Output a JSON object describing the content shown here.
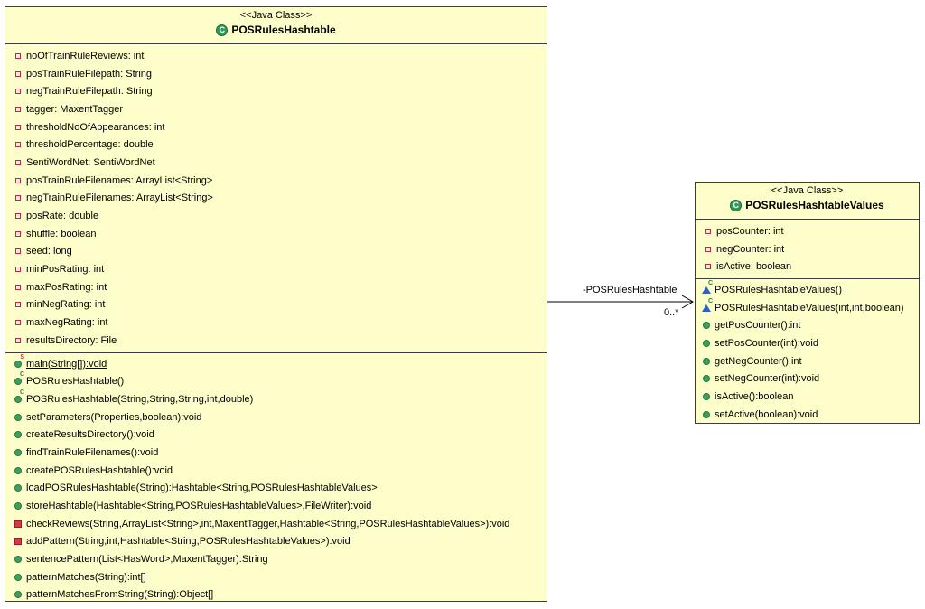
{
  "classes": [
    {
      "stereotype": "<<Java Class>>",
      "name": "POSRulesHashtable",
      "icon": "class-icon",
      "fields": [
        {
          "label": "noOfTrainRuleReviews: int",
          "icon": "private-field-icon"
        },
        {
          "label": "posTrainRuleFilepath: String",
          "icon": "private-field-icon"
        },
        {
          "label": "negTrainRuleFilepath: String",
          "icon": "private-field-icon"
        },
        {
          "label": "tagger: MaxentTagger",
          "icon": "private-field-icon"
        },
        {
          "label": "thresholdNoOfAppearances: int",
          "icon": "private-field-icon"
        },
        {
          "label": "thresholdPercentage: double",
          "icon": "private-field-icon"
        },
        {
          "label": "SentiWordNet: SentiWordNet",
          "icon": "private-field-icon"
        },
        {
          "label": "posTrainRuleFilenames: ArrayList<String>",
          "icon": "private-field-icon"
        },
        {
          "label": "negTrainRuleFilenames: ArrayList<String>",
          "icon": "private-field-icon"
        },
        {
          "label": "posRate: double",
          "icon": "private-field-icon"
        },
        {
          "label": "shuffle: boolean",
          "icon": "private-field-icon"
        },
        {
          "label": "seed: long",
          "icon": "private-field-icon"
        },
        {
          "label": "minPosRating: int",
          "icon": "private-field-icon"
        },
        {
          "label": "maxPosRating: int",
          "icon": "private-field-icon"
        },
        {
          "label": "minNegRating: int",
          "icon": "private-field-icon"
        },
        {
          "label": "maxNegRating: int",
          "icon": "private-field-icon"
        },
        {
          "label": "resultsDirectory: File",
          "icon": "private-field-icon"
        }
      ],
      "methods": [
        {
          "label": "main(String[]):void",
          "icon": "public-method-icon",
          "modifier": "S",
          "underline": true
        },
        {
          "label": "POSRulesHashtable()",
          "icon": "public-method-icon",
          "modifier": "C"
        },
        {
          "label": "POSRulesHashtable(String,String,String,int,double)",
          "icon": "public-method-icon",
          "modifier": "C"
        },
        {
          "label": "setParameters(Properties,boolean):void",
          "icon": "public-method-icon"
        },
        {
          "label": "createResultsDirectory():void",
          "icon": "public-method-icon"
        },
        {
          "label": "findTrainRuleFilenames():void",
          "icon": "public-method-icon"
        },
        {
          "label": "createPOSRulesHashtable():void",
          "icon": "public-method-icon"
        },
        {
          "label": "loadPOSRulesHashtable(String):Hashtable<String,POSRulesHashtableValues>",
          "icon": "public-method-icon"
        },
        {
          "label": "storeHashtable(Hashtable<String,POSRulesHashtableValues>,FileWriter):void",
          "icon": "public-method-icon"
        },
        {
          "label": "checkReviews(String,ArrayList<String>,int,MaxentTagger,Hashtable<String,POSRulesHashtableValues>):void",
          "icon": "private-method-icon"
        },
        {
          "label": "addPattern(String,int,Hashtable<String,POSRulesHashtableValues>):void",
          "icon": "private-method-icon"
        },
        {
          "label": "sentencePattern(List<HasWord>,MaxentTagger):String",
          "icon": "public-method-icon"
        },
        {
          "label": "patternMatches(String):int[]",
          "icon": "public-method-icon"
        },
        {
          "label": "patternMatchesFromString(String):Object[]",
          "icon": "public-method-icon"
        }
      ]
    },
    {
      "stereotype": "<<Java Class>>",
      "name": "POSRulesHashtableValues",
      "icon": "class-icon",
      "fields": [
        {
          "label": "posCounter: int",
          "icon": "private-field-icon"
        },
        {
          "label": "negCounter: int",
          "icon": "private-field-icon"
        },
        {
          "label": "isActive: boolean",
          "icon": "private-field-icon"
        }
      ],
      "methods": [
        {
          "label": "POSRulesHashtableValues()",
          "icon": "package-constructor-icon",
          "modifier": "C"
        },
        {
          "label": "POSRulesHashtableValues(int,int,boolean)",
          "icon": "package-constructor-icon",
          "modifier": "C"
        },
        {
          "label": "getPosCounter():int",
          "icon": "public-method-icon"
        },
        {
          "label": "setPosCounter(int):void",
          "icon": "public-method-icon"
        },
        {
          "label": "getNegCounter():int",
          "icon": "public-method-icon"
        },
        {
          "label": "setNegCounter(int):void",
          "icon": "public-method-icon"
        },
        {
          "label": "isActive():boolean",
          "icon": "public-method-icon"
        },
        {
          "label": "setActive(boolean):void",
          "icon": "public-method-icon"
        }
      ]
    }
  ],
  "association": {
    "role": "-POSRulesHashtable",
    "multiplicity": "0..*"
  },
  "colors": {
    "class_fill": "#fefecb",
    "border": "#3c3c3c",
    "public": "#3da05c",
    "private": "#d9374a",
    "package": "#2a63c4"
  }
}
